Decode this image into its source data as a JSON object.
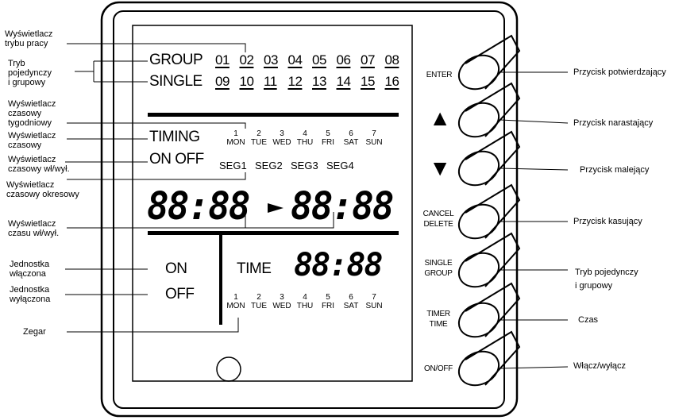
{
  "left_labels": {
    "mode_display": "Wyświetlacz\ntrybu pracy",
    "single_group_mode": "Tryb\npojedynczy\ni grupowy",
    "weekly_display": "Wyświetlacz\nczasowy\ntygodniowy",
    "timing_display": "Wyświetlacz\nczasowy",
    "onoff_timing_display": "Wyświetlacz\nczasowy wł/wył.",
    "periodic_display": "Wyświetlacz\nczasowy okresowy",
    "onoff_time_display": "Wyświetlacz\nczasu wł/wył.",
    "unit_on": "Jednostka\nwłączona",
    "unit_off": "Jednostka\nwyłączona",
    "clock": "Zegar"
  },
  "right_labels": {
    "confirm": "Przycisk potwierdzający",
    "increase": "Przycisk narastający",
    "decrease": "Przycisk malejący",
    "cancel": "Przycisk kasujący",
    "single_group": "Tryb pojedynczy\ni grupowy",
    "time": "Czas",
    "onoff": "Włącz/wyłącz"
  },
  "buttons": {
    "enter": "ENTER",
    "cancel_delete": "CANCEL\nDELETE",
    "single_group": "SINGLE\nGROUP",
    "timer_time": "TIMER\nTIME",
    "onoff": "ON/OFF",
    "up_glyph": "▲",
    "down_glyph": "▼"
  },
  "screen": {
    "group_label": "GROUP",
    "single_label": "SINGLE",
    "group_numbers": [
      "01",
      "02",
      "03",
      "04",
      "05",
      "06",
      "07",
      "08"
    ],
    "single_numbers": [
      "09",
      "10",
      "11",
      "12",
      "13",
      "14",
      "15",
      "16"
    ],
    "timing_label": "TIMING",
    "onoff_label": "ON OFF",
    "day_numbers": [
      "1",
      "2",
      "3",
      "4",
      "5",
      "6",
      "7"
    ],
    "day_names": [
      "MON",
      "TUE",
      "WED",
      "THU",
      "FRI",
      "SAT",
      "SUN"
    ],
    "segments": [
      "SEG1",
      "SEG2",
      "SEG3",
      "SEG4"
    ],
    "range_start": "88:88",
    "range_end": "88:88",
    "arrow_glyph": "►",
    "on_label": "ON",
    "off_label": "OFF",
    "time_label": "TIME",
    "clock_digits": "88:88"
  },
  "colors": {
    "ink": "#000000",
    "panel": "#ffffff"
  }
}
